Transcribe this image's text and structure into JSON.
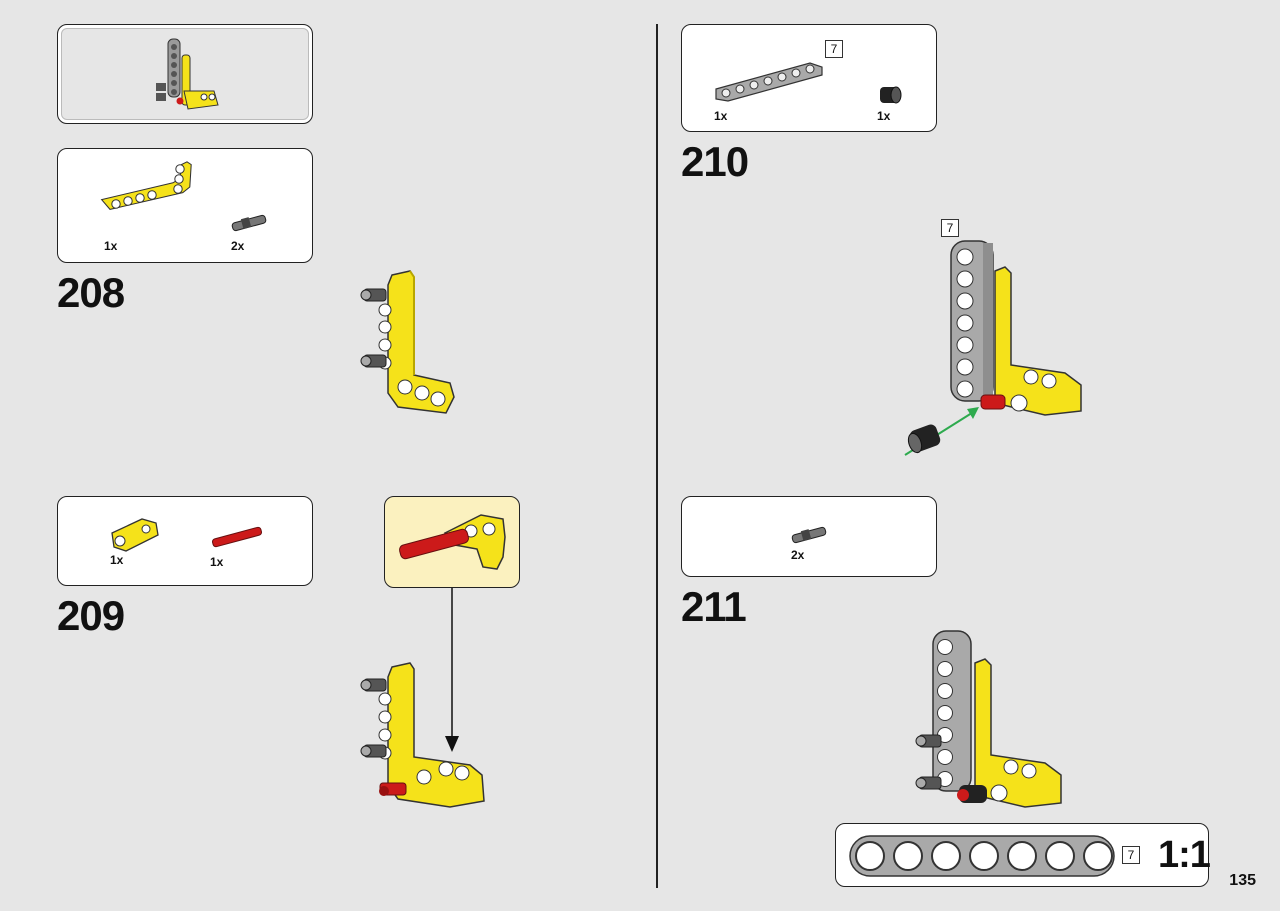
{
  "page_number": "135",
  "steps": [
    {
      "number": "208",
      "parts": [
        {
          "qty": "1x",
          "part": "yellow L-beam"
        },
        {
          "qty": "2x",
          "part": "grey friction pin"
        }
      ]
    },
    {
      "number": "209",
      "parts": [
        {
          "qty": "1x",
          "part": "yellow connector"
        },
        {
          "qty": "1x",
          "part": "red axle pin"
        }
      ]
    },
    {
      "number": "210",
      "parts": [
        {
          "qty": "1x",
          "part": "grey beam",
          "length": "7"
        },
        {
          "qty": "1x",
          "part": "black bush"
        }
      ],
      "assembly_badge": "7"
    },
    {
      "number": "211",
      "parts": [
        {
          "qty": "2x",
          "part": "grey friction pin"
        }
      ]
    }
  ],
  "scale_reference": {
    "length": "7",
    "label": "1:1"
  },
  "colors": {
    "background": "#e6e6e6",
    "yellow": "#f5e21a",
    "grey": "#a9a9a9",
    "red": "#cc1a1a",
    "callout": "#fbf1bf",
    "arrow_green": "#2eaa4e"
  }
}
